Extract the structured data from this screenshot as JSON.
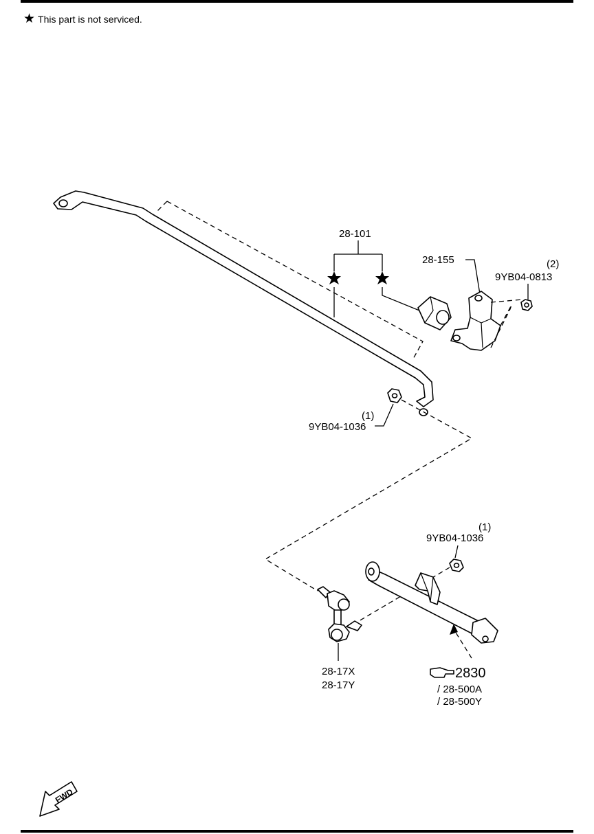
{
  "note": {
    "symbol": "★",
    "text": "This part is not serviced."
  },
  "labels": {
    "stabilizer": "28-101",
    "bushing": "28-155",
    "nut_upper_qty": "(2)",
    "nut_upper_pn": "9YB04-0813",
    "nut_left_qty": "(1)",
    "nut_left_pn": "9YB04-1036",
    "nut_link_qty": "(1)",
    "nut_link_pn": "9YB04-1036",
    "link_a": "28-17X",
    "link_b": "28-17Y",
    "ref_section": "2830",
    "ref_a": "/ 28-500A",
    "ref_b": "/ 28-500Y"
  },
  "fwd_badge": "FWD",
  "icons": [
    "star-icon",
    "pointing-hand-icon",
    "fwd-arrow-icon"
  ]
}
